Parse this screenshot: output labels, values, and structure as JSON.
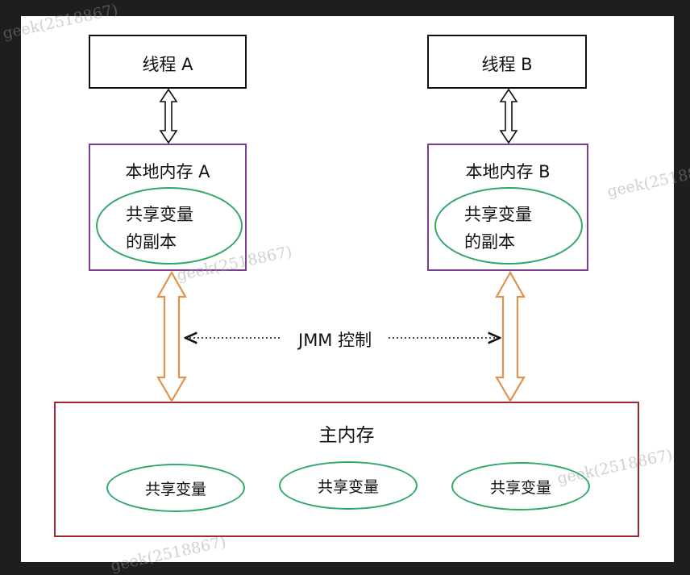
{
  "diagram": {
    "thread_a": "线程 A",
    "thread_b": "线程 B",
    "local_a": "本地内存 A",
    "local_b": "本地内存 B",
    "copy_a_line1": "共享变量",
    "copy_a_line2": "的副本",
    "copy_b_line1": "共享变量",
    "copy_b_line2": "的副本",
    "jmm_label": "JMM 控制",
    "main_memory": "主内存",
    "shared_vars": [
      "共享变量",
      "共享变量",
      "共享变量"
    ]
  },
  "watermark": "geek(2518867)",
  "colors": {
    "local_border": "#7a3d95",
    "main_border": "#a3272c",
    "ellipse_border": "#2fa86a",
    "arrow_orange": "#e0924a"
  }
}
